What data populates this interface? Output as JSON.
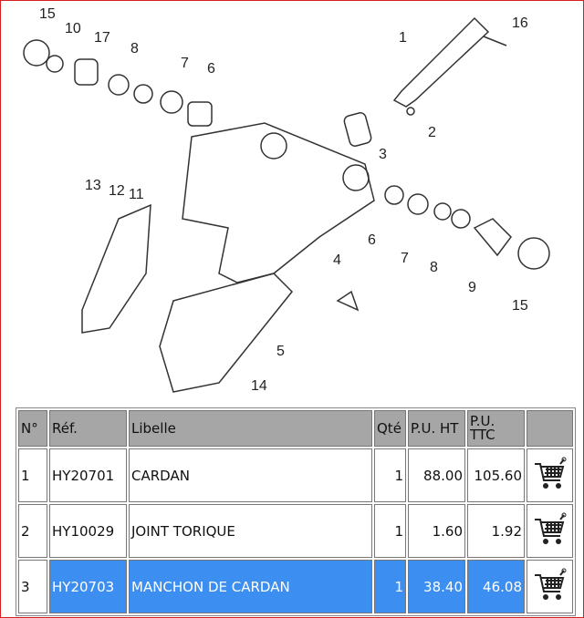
{
  "diagram": {
    "callouts": [
      "15",
      "10",
      "17",
      "8",
      "7",
      "6",
      "1",
      "16",
      "2",
      "3",
      "13",
      "12",
      "11",
      "4",
      "6",
      "7",
      "8",
      "9",
      "15",
      "5",
      "14"
    ]
  },
  "table": {
    "headers": {
      "no": "N°",
      "ref": "Réf.",
      "libelle": "Libelle",
      "qte": "Qté",
      "pu_ht": "P.U. HT",
      "pu_ttc": "P.U. TTC"
    },
    "rows": [
      {
        "no": "1",
        "ref": "HY20701",
        "libelle": "CARDAN",
        "qte": "1",
        "pu_ht": "88.00",
        "pu_ttc": "105.60"
      },
      {
        "no": "2",
        "ref": "HY10029",
        "libelle": "JOINT TORIQUE",
        "qte": "1",
        "pu_ht": "1.60",
        "pu_ttc": "1.92"
      },
      {
        "no": "3",
        "ref": "HY20703",
        "libelle": "MANCHON DE CARDAN",
        "qte": "1",
        "pu_ht": "38.40",
        "pu_ttc": "46.08"
      }
    ],
    "selected_row": 3,
    "icon": "shopping-cart-icon"
  },
  "colors": {
    "border": "#d42020",
    "header": "#a6a6a6",
    "selection": "#3c8ef0"
  }
}
